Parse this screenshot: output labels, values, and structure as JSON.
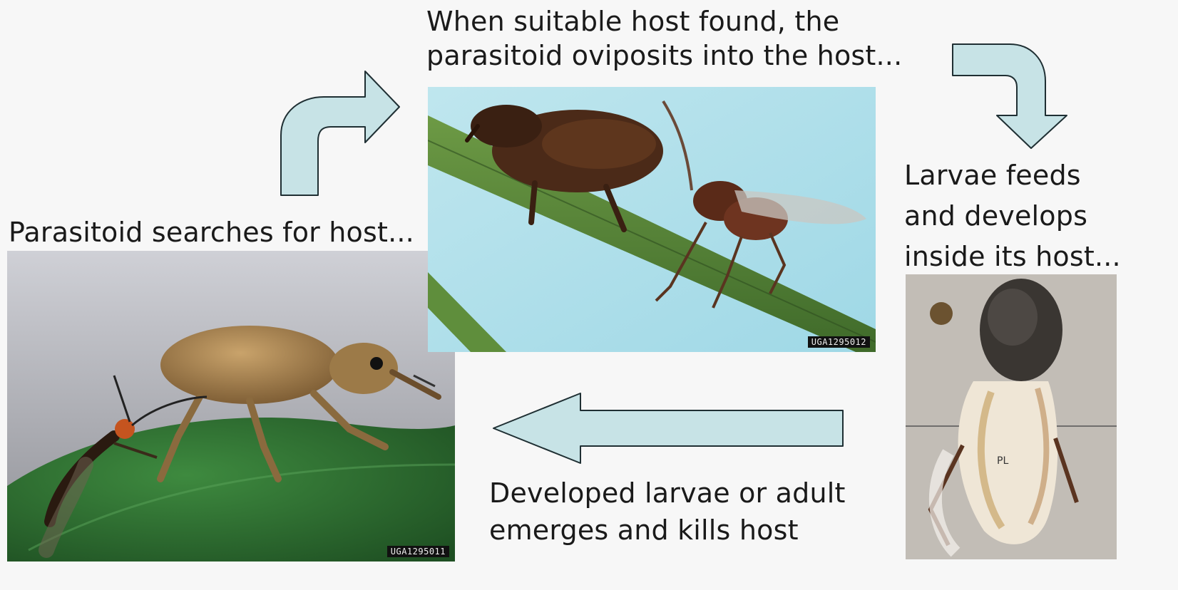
{
  "steps": {
    "search": {
      "caption": "Parasitoid searches for host...",
      "image_code": "UGA1295011"
    },
    "oviposit": {
      "caption": "When suitable host found, the\nparasitoid oviposits into the host...",
      "image_code": "UGA1295012"
    },
    "develop": {
      "caption": "Larvae feeds\nand develops\ninside its host...",
      "image_label": "PL"
    },
    "emerge": {
      "caption": "Developed larvae or adult\nemerges and kills host"
    }
  },
  "colors": {
    "arrow_fill": "#c7e3e6",
    "arrow_stroke": "#1f2f33",
    "caption_text": "#1a1a1a"
  }
}
